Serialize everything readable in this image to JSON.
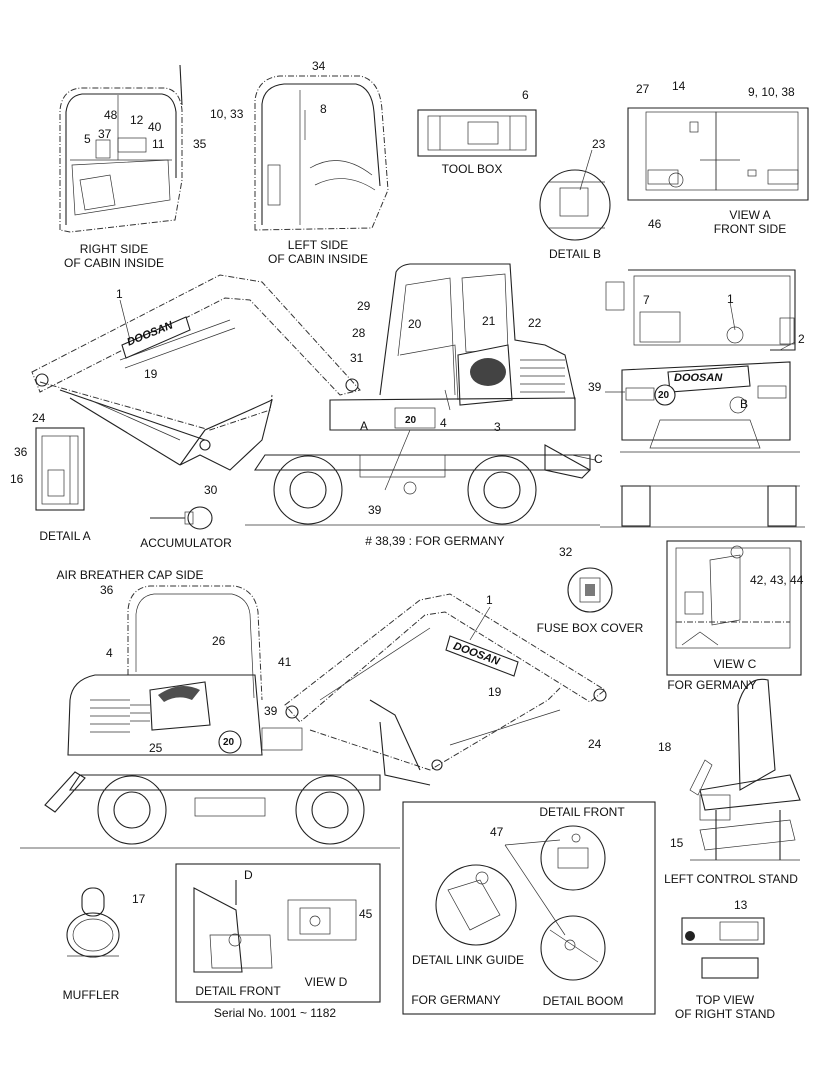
{
  "captions": {
    "right_side_cabin": "RIGHT SIDE\nOF CABIN INSIDE",
    "left_side_cabin": "LEFT SIDE\nOF CABIN INSIDE",
    "tool_box": "TOOL BOX",
    "detail_b": "DETAIL B",
    "view_a": "VIEW  A\nFRONT SIDE",
    "detail_a": "DETAIL A",
    "accumulator": "ACCUMULATOR",
    "germany_note": "# 38,39 : FOR GERMANY",
    "air_breather": "AIR BREATHER CAP SIDE",
    "fuse_box_cover": "FUSE BOX COVER",
    "view_c": "VIEW C",
    "for_germany_c": "FOR GERMANY",
    "left_control_stand": "LEFT CONTROL STAND",
    "muffler": "MUFFLER",
    "detail_front_d": "DETAIL FRONT",
    "view_d": "VIEW D",
    "serial": "Serial No. 1001 ~ 1182",
    "detail_front_g": "DETAIL FRONT",
    "detail_link_guide": "DETAIL LINK GUIDE",
    "for_germany_g": "FOR GERMANY",
    "detail_boom": "DETAIL BOOM",
    "top_view_right_stand": "TOP VIEW\nOF RIGHT STAND"
  },
  "callouts": {
    "c34": "34",
    "c48": "48",
    "c12": "12",
    "c37": "37",
    "c40": "40",
    "c5": "5",
    "c11": "11",
    "c35": "35",
    "c10_33": "10, 33",
    "c8": "8",
    "c6": "6",
    "c23": "23",
    "c27": "27",
    "c14": "14",
    "c9_10_38": "9, 10, 38",
    "c46": "46",
    "c1_top": "1",
    "c29": "29",
    "c28": "28",
    "c31": "31",
    "c20": "20",
    "c21": "21",
    "c22": "22",
    "c19_top": "19",
    "c24_top": "24",
    "c36_top": "36",
    "c16": "16",
    "cA": "A",
    "c4_top": "4",
    "c3": "3",
    "cC": "C",
    "c39_top": "39",
    "c30": "30",
    "c7": "7",
    "c1_rear": "1",
    "c2": "2",
    "c39_rear": "39",
    "cB": "B",
    "c32": "32",
    "c42_43_44": "42, 43, 44",
    "c36_bot": "36",
    "c1_bot": "1",
    "c26": "26",
    "c4_bot": "4",
    "c41": "41",
    "c39_bot": "39",
    "c19_bot": "19",
    "c25": "25",
    "c24_bot": "24",
    "c18": "18",
    "c15": "15",
    "c17": "17",
    "cD": "D",
    "c45": "45",
    "c47": "47",
    "c13": "13"
  },
  "decals": {
    "doosan": "DOOSAN",
    "speed_20": "20"
  }
}
